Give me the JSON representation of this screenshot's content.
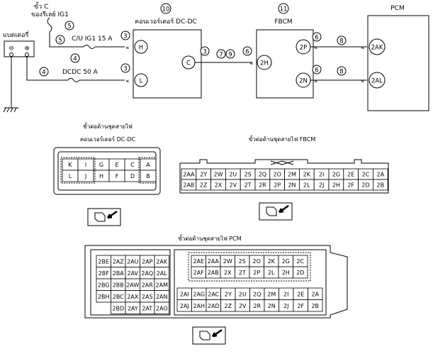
{
  "battery": {
    "label": "แบตเตอรี่",
    "minus": "⊖",
    "plus": "⊕"
  },
  "terminal_c": {
    "line1": "ขั้ว C",
    "line2": "ของรีเลย์ IG1"
  },
  "fuse_ig1": {
    "label": "C/U IG1 15 A",
    "circle": "5"
  },
  "fuse_dcdc": {
    "label": "DCDC 50 A",
    "circle": "4"
  },
  "wire_numbers": {
    "battery_to_ig1": "5",
    "ig1_to_h": "3",
    "battery_to_dcdc": "4",
    "dcdc_to_l": "3",
    "c_out": "3",
    "mid_a": "7",
    "mid_b": "9",
    "to_2h": "6",
    "p_out": "6",
    "n_out": "6",
    "p_to_pcm": "8",
    "n_to_pcm": "8"
  },
  "components": {
    "dcdc": {
      "number": "10",
      "name": "คอนเวอร์เตอร์ DC-DC",
      "pins": [
        "H",
        "C",
        "L"
      ]
    },
    "fbcm": {
      "number": "11",
      "name": "FBCM",
      "pins": [
        "2H",
        "2P",
        "2N"
      ]
    },
    "pcm": {
      "name": "PCM",
      "pins": [
        "2AK",
        "2AL"
      ]
    }
  },
  "connectors": {
    "dcdc": {
      "title_line1": "ขั้วต่อด้านชุดสายไฟ",
      "title_line2": "คอนเวอร์เตอร์ DC-DC",
      "rows": [
        [
          "K",
          "I",
          "G",
          "E",
          "C",
          "A"
        ],
        [
          "L",
          "J",
          "H",
          "F",
          "D",
          "B"
        ]
      ]
    },
    "fbcm": {
      "title": "ขั้วต่อด้านชุดสายไฟ FBCM",
      "rows": [
        [
          "2AA",
          "2Y",
          "2W",
          "2U",
          "2S",
          "2Q",
          "2O",
          "2M",
          "2K",
          "2I",
          "2G",
          "2E",
          "2C",
          "2A"
        ],
        [
          "2AB",
          "2Z",
          "2X",
          "2V",
          "2T",
          "2R",
          "2P",
          "2N",
          "2L",
          "2J",
          "2H",
          "2F",
          "2D",
          "2B"
        ]
      ]
    },
    "pcm": {
      "title": "ขั้วต่อด้านชุดสายไฟ PCM",
      "left_rows": [
        [
          "2BE",
          "2AZ",
          "2AU",
          "2AP",
          "2AK"
        ],
        [
          "2BF",
          "2BA",
          "2AV",
          "2AQ",
          "2AL"
        ],
        [
          "2BG",
          "2BB",
          "2AW",
          "2AR",
          "2AM"
        ],
        [
          "2BH",
          "2BC",
          "2AX",
          "2AS",
          "2AN"
        ],
        [
          "",
          "2BD",
          "2AY",
          "2AT",
          "2AO"
        ]
      ],
      "top_right_rows": [
        [
          "2AE",
          "2AA",
          "2W",
          "2S",
          "2O",
          "2K",
          "2G",
          "2C"
        ],
        [
          "2AF",
          "2AB",
          "2X",
          "2T",
          "2P",
          "2L",
          "2H",
          "2D"
        ]
      ],
      "bottom_right_rows": [
        [
          "2AI",
          "2AG",
          "2AC",
          "2Y",
          "2U",
          "2Q",
          "2M",
          "2I",
          "2E",
          "2A"
        ],
        [
          "2AJ",
          "2AH",
          "2AD",
          "2Z",
          "2V",
          "2R",
          "2N",
          "2J",
          "2F",
          "2B"
        ]
      ]
    }
  }
}
